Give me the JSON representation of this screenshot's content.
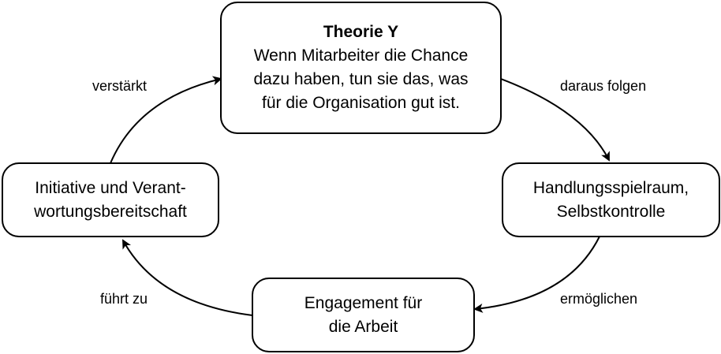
{
  "diagram": {
    "nodes": {
      "theory": {
        "title": "Theorie Y",
        "lines": [
          "Wenn Mitarbeiter die Chance",
          "dazu haben, tun sie das, was",
          "für die Organisation gut ist."
        ]
      },
      "freedom": {
        "lines": [
          "Handlungsspielraum,",
          "Selbstkontrolle"
        ]
      },
      "engagement": {
        "lines": [
          "Engagement für",
          "die Arbeit"
        ]
      },
      "initiative": {
        "lines": [
          "Initiative und Verant-",
          "wortungsbereitschaft"
        ]
      }
    },
    "edges": {
      "theory_to_freedom": "daraus folgen",
      "freedom_to_engagement": "ermöglichen",
      "engagement_to_initiative": "führt zu",
      "initiative_to_theory": "verstärkt"
    },
    "colors": {
      "stroke": "#000000",
      "background": "#ffffff"
    }
  }
}
